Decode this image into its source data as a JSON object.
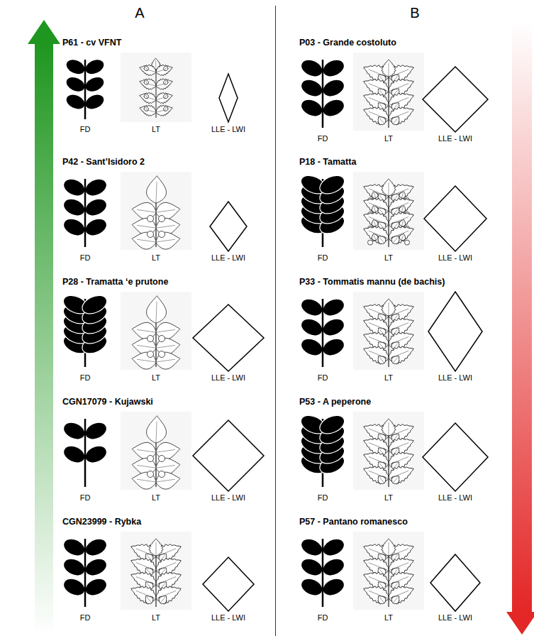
{
  "diagram": {
    "labels": [
      "A",
      "B",
      "P61 - cv VFNT",
      "FD",
      "LT",
      "LLE - LWI",
      "P42 - Sant’Isidoro 2",
      "FD",
      "LT",
      "LLE - LWI",
      "P28 - Tramatta ‘e prutone",
      "FD",
      "LT",
      "LLE - LWI",
      "CGN17079 - Kujawski",
      "FD",
      "LT",
      "LLE - LWI",
      "CGN23999 - Rybka",
      "FD",
      "LT",
      "LLE - LWI",
      "P03 - Grande costoluto",
      "FD",
      "LT",
      "LLE - LWI",
      "P18 - Tamatta",
      "FD",
      "LT",
      "LLE - LWI",
      "P33 - Tommatis mannu (de bachis)",
      "FD",
      "LT",
      "LLE - LWI",
      "P53 - A peperone",
      "FD",
      "LT",
      "LLE - LWI",
      "P57 - Pantano romanesco",
      "FD",
      "LT",
      "LLE - LWI"
    ]
  }
}
